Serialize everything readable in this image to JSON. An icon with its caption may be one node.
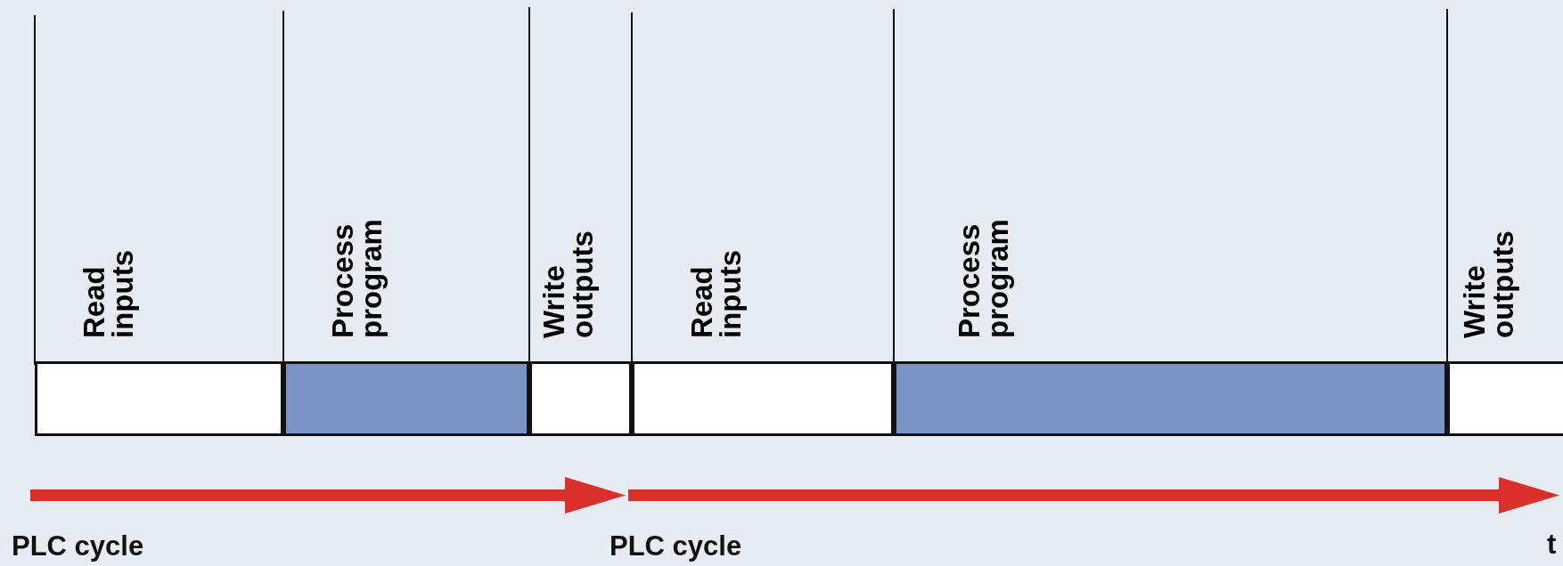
{
  "diagram": {
    "nodes": [
      {
        "text": [
          "Read inputs"
        ]
      },
      {
        "text": [
          "Process program"
        ]
      },
      {
        "text": [
          "Write outputs"
        ]
      },
      {
        "text": [
          "Read inputs"
        ]
      },
      {
        "text": [
          "Process program"
        ]
      },
      {
        "text": [
          "Write outputs"
        ]
      }
    ],
    "labels": [
      "PLC cycle",
      "PLC cycle",
      "t"
    ]
  }
}
